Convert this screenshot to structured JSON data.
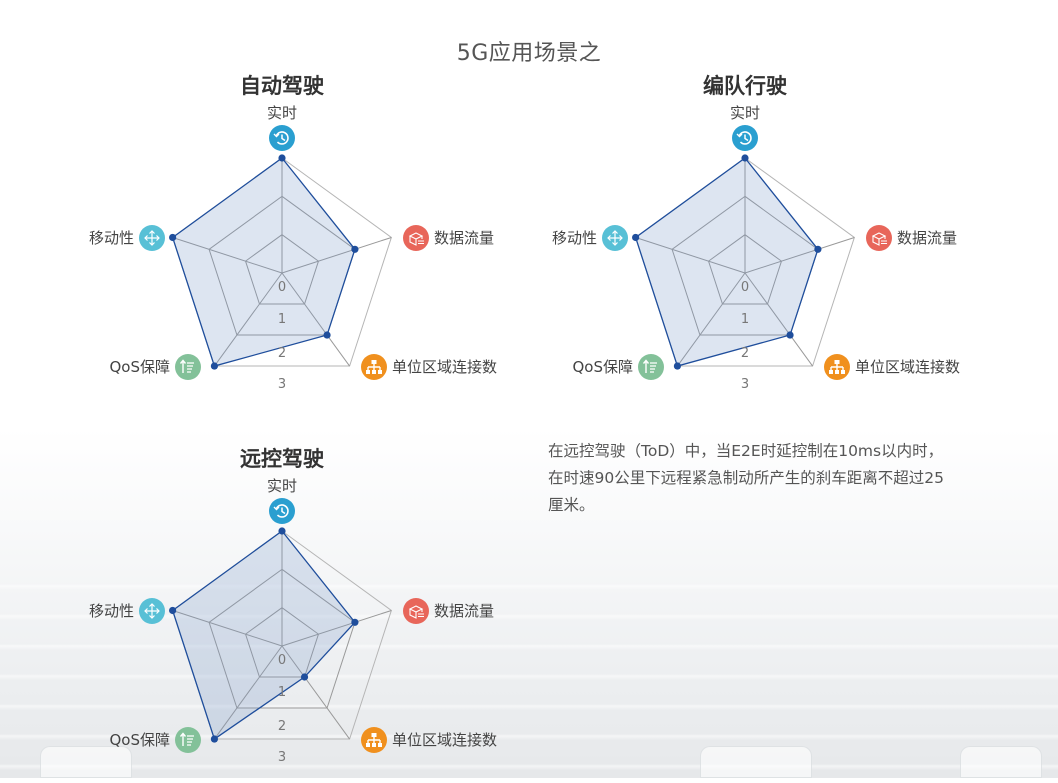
{
  "page": {
    "title": "5G应用场景之",
    "description": "在远控驾驶（ToD）中，当E2E时延控制在10ms以内时，在时速90公里下远程紧急制动所产生的刹车距离不超过25厘米。"
  },
  "indicators": [
    {
      "name": "实时",
      "icon": "clock-history-icon",
      "color": "#2a9fd0"
    },
    {
      "name": "数据流量",
      "icon": "package-box-icon",
      "color": "#e8665a"
    },
    {
      "name": "单位区域连接数",
      "icon": "network-hierarchy-icon",
      "color": "#f0901e"
    },
    {
      "name": "QoS保障",
      "icon": "sort-list-icon",
      "color": "#83c199"
    },
    {
      "name": "移动性",
      "icon": "move-arrows-icon",
      "color": "#58c0d6"
    }
  ],
  "chart_data": [
    {
      "type": "radar",
      "title": "自动驾驶",
      "indicators": [
        "实时",
        "数据流量",
        "单位区域连接数",
        "QoS保障",
        "移动性"
      ],
      "values": [
        3,
        2,
        2,
        3,
        3
      ],
      "max": 3,
      "ring_labels": [
        "0",
        "1",
        "2",
        "3"
      ],
      "series_color": "#1f4e9c",
      "fill_color": "rgba(120,150,200,0.25)"
    },
    {
      "type": "radar",
      "title": "编队行驶",
      "indicators": [
        "实时",
        "数据流量",
        "单位区域连接数",
        "QoS保障",
        "移动性"
      ],
      "values": [
        3,
        2,
        2,
        3,
        3
      ],
      "max": 3,
      "ring_labels": [
        "0",
        "1",
        "2",
        "3"
      ],
      "series_color": "#1f4e9c",
      "fill_color": "rgba(120,150,200,0.25)"
    },
    {
      "type": "radar",
      "title": "远控驾驶",
      "indicators": [
        "实时",
        "数据流量",
        "单位区域连接数",
        "QoS保障",
        "移动性"
      ],
      "values": [
        3,
        2,
        1,
        3,
        3
      ],
      "max": 3,
      "ring_labels": [
        "0",
        "1",
        "2",
        "3"
      ],
      "series_color": "#1f4e9c",
      "fill_color": "rgba(120,150,200,0.25)"
    }
  ]
}
